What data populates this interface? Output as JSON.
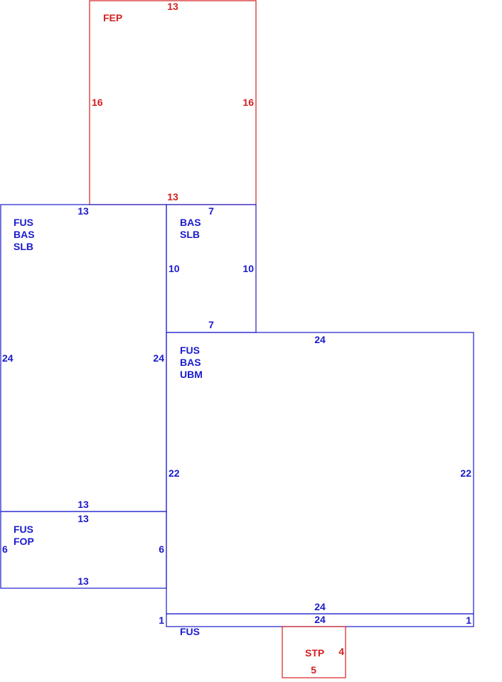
{
  "colors": {
    "blue": "#1a1acc",
    "red": "#d42020"
  },
  "areas": {
    "fep": {
      "codes": [
        "FEP"
      ],
      "dims": {
        "top": "13",
        "bottom": "13",
        "left": "16",
        "right": "16"
      }
    },
    "bas_slb": {
      "codes": [
        "BAS",
        "SLB"
      ],
      "dims": {
        "top": "7",
        "bottom": "7",
        "left": "10",
        "right": "10"
      }
    },
    "fus_bas_slb": {
      "codes": [
        "FUS",
        "BAS",
        "SLB"
      ],
      "dims": {
        "top": "13",
        "bottom": "13",
        "left": "24",
        "right": "24"
      }
    },
    "fus_bas_ubm": {
      "codes": [
        "FUS",
        "BAS",
        "UBM"
      ],
      "dims": {
        "top": "24",
        "bottom": "24",
        "left": "22",
        "right": "22"
      }
    },
    "fus_fop": {
      "codes": [
        "FUS",
        "FOP"
      ],
      "dims": {
        "top": "13",
        "bottom": "13",
        "left": "6",
        "right": "6"
      }
    },
    "fus_strip": {
      "codes": [
        "FUS"
      ],
      "dims": {
        "top": "24",
        "left": "1",
        "right": "1"
      }
    },
    "stp": {
      "codes": [
        "STP"
      ],
      "dims": {
        "bottom": "5",
        "right": "4"
      }
    }
  }
}
